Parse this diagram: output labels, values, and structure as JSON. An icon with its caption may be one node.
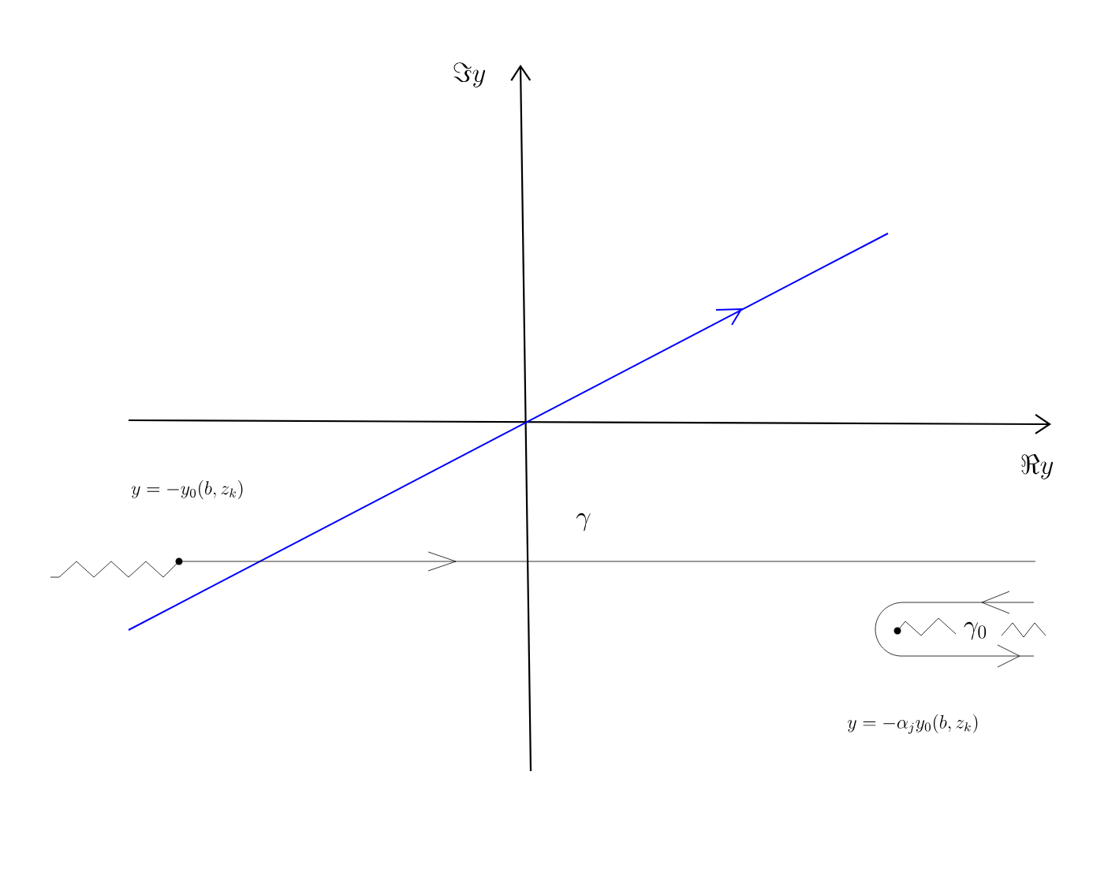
{
  "diagram": {
    "labels": [
      "\\Im y",
      "\\Re y",
      "y = -y_0(b, z_k)",
      "\\gamma",
      "\\gamma_0",
      "y = -\\alpha_j y_0(b, z_k)"
    ]
  }
}
